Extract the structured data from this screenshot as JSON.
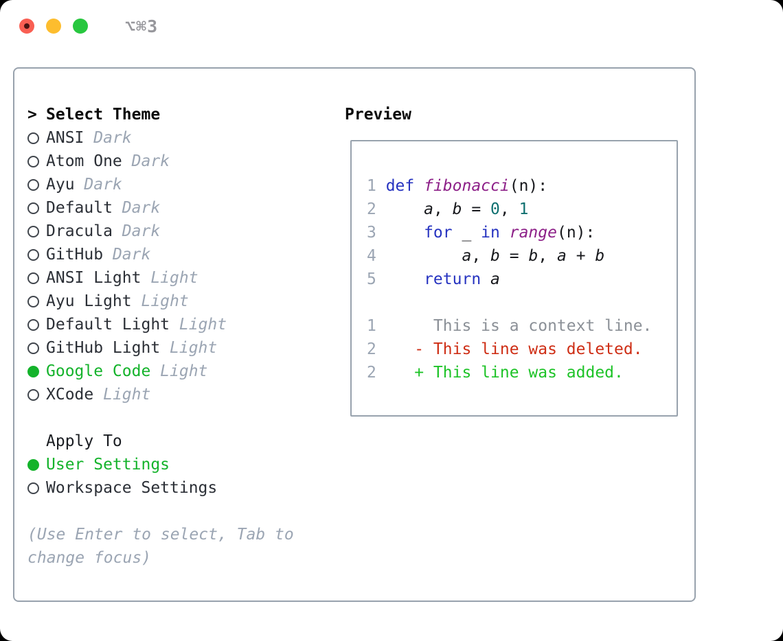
{
  "titlebar": {
    "title": "⌥⌘3",
    "traffic_lights": [
      {
        "name": "close",
        "color": "#f95f53"
      },
      {
        "name": "minimize",
        "color": "#fdbd2e"
      },
      {
        "name": "zoom",
        "color": "#28c73f"
      }
    ]
  },
  "theme_panel": {
    "header_prefix": ">",
    "header_label": "Select Theme",
    "items": [
      {
        "name": "ANSI",
        "variant": "Dark",
        "selected": false
      },
      {
        "name": "Atom One",
        "variant": "Dark",
        "selected": false
      },
      {
        "name": "Ayu",
        "variant": "Dark",
        "selected": false
      },
      {
        "name": "Default",
        "variant": "Dark",
        "selected": false
      },
      {
        "name": "Dracula",
        "variant": "Dark",
        "selected": false
      },
      {
        "name": "GitHub",
        "variant": "Dark",
        "selected": false
      },
      {
        "name": "ANSI Light",
        "variant": "Light",
        "selected": false
      },
      {
        "name": "Ayu Light",
        "variant": "Light",
        "selected": false
      },
      {
        "name": "Default Light",
        "variant": "Light",
        "selected": false
      },
      {
        "name": "GitHub Light",
        "variant": "Light",
        "selected": false
      },
      {
        "name": "Google Code",
        "variant": "Light",
        "selected": true
      },
      {
        "name": "XCode",
        "variant": "Light",
        "selected": false
      }
    ],
    "apply_to_label": "Apply To",
    "apply_to_options": [
      {
        "label": "User Settings",
        "selected": true
      },
      {
        "label": "Workspace Settings",
        "selected": false
      }
    ],
    "hint_lines": [
      "(Use Enter to select, Tab to",
      "change focus)"
    ]
  },
  "preview": {
    "label": "Preview",
    "code_lines": [
      {
        "num": "1",
        "segments": [
          {
            "t": "def",
            "s": "kwd"
          },
          {
            "t": " ",
            "s": "pln"
          },
          {
            "t": "fibonacci",
            "s": "typ"
          },
          {
            "t": "(n):",
            "s": "pln"
          }
        ]
      },
      {
        "num": "2",
        "segments": [
          {
            "t": "    ",
            "s": "pln"
          },
          {
            "t": "a",
            "s": "var"
          },
          {
            "t": ", ",
            "s": "pln"
          },
          {
            "t": "b",
            "s": "var"
          },
          {
            "t": " = ",
            "s": "pln"
          },
          {
            "t": "0",
            "s": "lit"
          },
          {
            "t": ", ",
            "s": "pln"
          },
          {
            "t": "1",
            "s": "lit"
          }
        ]
      },
      {
        "num": "3",
        "segments": [
          {
            "t": "    ",
            "s": "pln"
          },
          {
            "t": "for",
            "s": "kwd"
          },
          {
            "t": " _ ",
            "s": "pln"
          },
          {
            "t": "in",
            "s": "kwd"
          },
          {
            "t": " ",
            "s": "pln"
          },
          {
            "t": "range",
            "s": "typ"
          },
          {
            "t": "(n):",
            "s": "pln"
          }
        ]
      },
      {
        "num": "4",
        "segments": [
          {
            "t": "        ",
            "s": "pln"
          },
          {
            "t": "a",
            "s": "var"
          },
          {
            "t": ", ",
            "s": "pln"
          },
          {
            "t": "b",
            "s": "var"
          },
          {
            "t": " = ",
            "s": "pln"
          },
          {
            "t": "b",
            "s": "var"
          },
          {
            "t": ", ",
            "s": "pln"
          },
          {
            "t": "a",
            "s": "var"
          },
          {
            "t": " + ",
            "s": "pln"
          },
          {
            "t": "b",
            "s": "var"
          }
        ]
      },
      {
        "num": "5",
        "segments": [
          {
            "t": "    ",
            "s": "pln"
          },
          {
            "t": "return",
            "s": "kwd"
          },
          {
            "t": " ",
            "s": "pln"
          },
          {
            "t": "a",
            "s": "var"
          }
        ]
      },
      {
        "num": "",
        "segments": []
      },
      {
        "num": "1",
        "segments": [
          {
            "t": "     This is a context line.",
            "s": "ctx"
          }
        ]
      },
      {
        "num": "2",
        "segments": [
          {
            "t": "   - This line was deleted.",
            "s": "del"
          }
        ]
      },
      {
        "num": "2",
        "segments": [
          {
            "t": "   + This line was added.",
            "s": "add"
          }
        ]
      }
    ]
  },
  "colors": {
    "accent_green": "#14b32b",
    "diff_added": "#1dc327",
    "diff_deleted": "#ce2e15",
    "diff_context": "#8b9097",
    "code_keyword": "#2633c0",
    "code_function": "#8d2088",
    "code_literal": "#0d6f6f",
    "muted": "#9ba5b3",
    "border_gray": "#98a2ad"
  }
}
